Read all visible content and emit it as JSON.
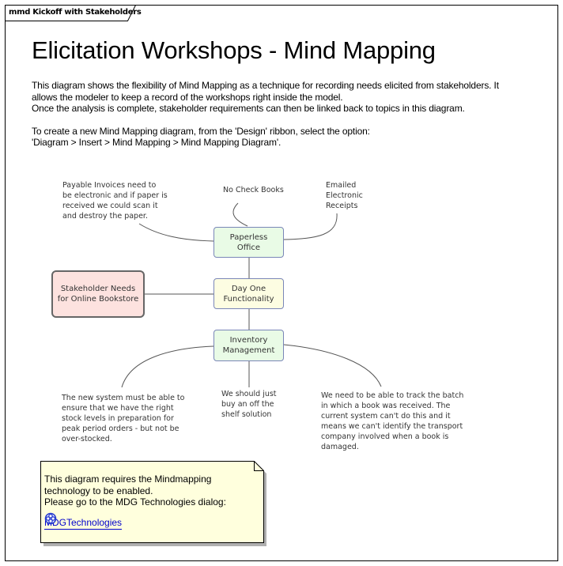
{
  "frame": {
    "tab_label": "mmd Kickoff with Stakeholders"
  },
  "header": {
    "title": "Elicitation Workshops - Mind Mapping"
  },
  "description": {
    "lines": [
      "This diagram shows the flexibility of Mind Mapping as a technique for recording needs elicited from stakeholders.  It",
      "allows the modeler to keep a record of the workshops right inside the model.",
      "Once the analysis is complete, stakeholder requirements can then be linked back to topics in this diagram.",
      "To create a new Mind Mapping diagram, from the 'Design' ribbon, select the option:",
      "'Diagram > Insert > Mind Mapping > Mind Mapping Diagram'."
    ]
  },
  "mindmap": {
    "central": {
      "line1": "Stakeholder Needs",
      "line2": "for Online Bookstore"
    },
    "topics": {
      "paperless": {
        "line1": "Paperless",
        "line2": "Office"
      },
      "dayone": {
        "line1": "Day One",
        "line2": "Functionality"
      },
      "inventory": {
        "line1": "Inventory",
        "line2": "Management"
      }
    },
    "subtopics": {
      "payable": [
        "Payable Invoices need to",
        "be electronic and if paper is",
        "received we could scan it",
        "and destroy the paper."
      ],
      "nocheck": [
        "No Check Books"
      ],
      "emailed": [
        "Emailed",
        "Electronic",
        "Receipts"
      ],
      "stock": [
        "The new system must be able to",
        "ensure that we have the right",
        "stock levels in preparation for",
        "peak period orders - but not be",
        "over-stocked."
      ],
      "offshelf": [
        "We should just",
        "buy an off the",
        "shelf solution"
      ],
      "batch": [
        "We need to be able to track the batch",
        "in which a book was received. The",
        "current system can't do this and it",
        "means we can't identify the transport",
        "company involved when a book is",
        "damaged."
      ]
    },
    "colors": {
      "topic_green": "#e9fbe6",
      "topic_yellow": "#fdfde2",
      "central_pink": "#fde2df",
      "topic_border": "#7a86b8",
      "link": "#555555"
    }
  },
  "note": {
    "lines": [
      "This diagram requires the Mindmapping",
      "technology to be enabled.",
      "Please go to the MDG Technologies dialog:"
    ],
    "link_label": "MDGTechnologies",
    "link_icon": "mdg-technologies-icon",
    "background": "#ffffdd",
    "link_color": "#0000cc"
  }
}
